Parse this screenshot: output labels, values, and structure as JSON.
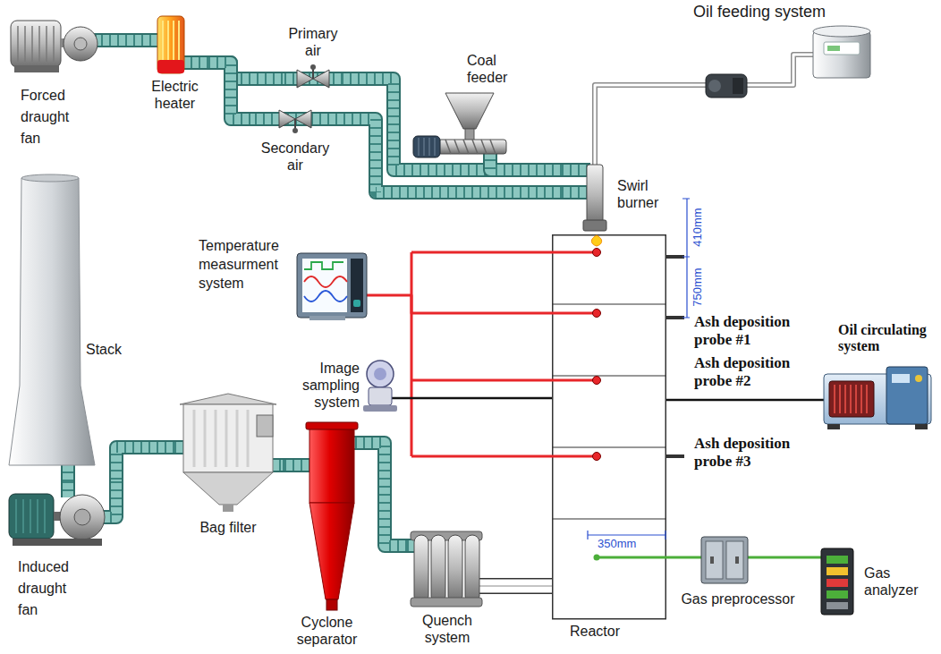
{
  "diagram": {
    "nodes": [
      {
        "text": [
          "Forced draught fan"
        ]
      },
      {
        "text": [
          "Electric heater"
        ]
      },
      {
        "text": [
          "Primary air"
        ]
      },
      {
        "text": [
          "Secondary air"
        ]
      },
      {
        "text": [
          "Coal feeder"
        ]
      },
      {
        "text": [
          "Oil feeding system"
        ]
      },
      {
        "text": [
          "Swirl burner"
        ]
      },
      {
        "text": [
          "Temperature measurment system"
        ]
      },
      {
        "text": [
          "Image sampling system"
        ]
      },
      {
        "text": [
          "Reactor"
        ]
      },
      {
        "text": [
          "Oil circulating system"
        ]
      },
      {
        "text": [
          "Gas preprocessor"
        ]
      },
      {
        "text": [
          "Gas analyzer"
        ]
      },
      {
        "text": [
          "Quench system"
        ]
      },
      {
        "text": [
          "Cyclone separator"
        ]
      },
      {
        "text": [
          "Bag filter"
        ]
      },
      {
        "text": [
          "Induced draught fan"
        ]
      },
      {
        "text": [
          "Stack"
        ]
      }
    ],
    "edges": [
      {
        "from": 0,
        "to": 1,
        "arrow": "none"
      },
      {
        "from": 1,
        "to": 2,
        "arrow": "none"
      },
      {
        "from": 1,
        "to": 3,
        "arrow": "none"
      },
      {
        "from": 2,
        "to": 6,
        "arrow": "none"
      },
      {
        "from": 3,
        "to": 6,
        "arrow": "none"
      },
      {
        "from": 4,
        "to": 6,
        "arrow": "none"
      },
      {
        "from": 5,
        "to": 6,
        "arrow": "none"
      },
      {
        "from": 7,
        "to": 9,
        "arrow": "none"
      },
      {
        "from": 8,
        "to": 9,
        "arrow": "none"
      },
      {
        "from": 9,
        "to": 10,
        "arrow": "none"
      },
      {
        "from": 9,
        "to": 11,
        "arrow": "none"
      },
      {
        "from": 11,
        "to": 12,
        "arrow": "none"
      },
      {
        "from": 9,
        "to": 13,
        "arrow": "none"
      },
      {
        "from": 13,
        "to": 14,
        "arrow": "none"
      },
      {
        "from": 14,
        "to": 15,
        "arrow": "none"
      },
      {
        "from": 15,
        "to": 16,
        "arrow": "none"
      },
      {
        "from": 16,
        "to": 17,
        "arrow": "none"
      }
    ],
    "labels": [
      "410mm",
      "750mm",
      "Ash deposition probe #1",
      "Ash deposition probe #2",
      "Ash deposition probe #3",
      "350mm"
    ]
  }
}
